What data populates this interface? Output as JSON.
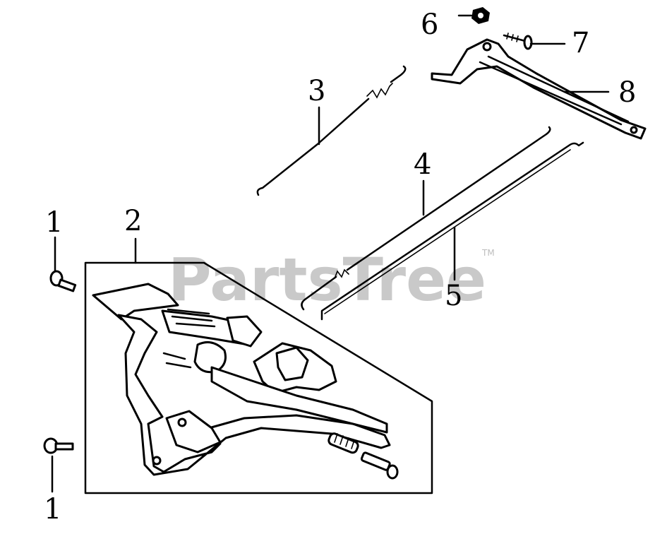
{
  "watermark": {
    "text": "PartsTree",
    "trademark": "TM"
  },
  "callouts": [
    {
      "id": "c1a",
      "label": "1"
    },
    {
      "id": "c1b",
      "label": "1"
    },
    {
      "id": "c2",
      "label": "2"
    },
    {
      "id": "c3",
      "label": "3"
    },
    {
      "id": "c4",
      "label": "4"
    },
    {
      "id": "c5",
      "label": "5"
    },
    {
      "id": "c6",
      "label": "6"
    },
    {
      "id": "c7",
      "label": "7"
    },
    {
      "id": "c8",
      "label": "8"
    }
  ]
}
